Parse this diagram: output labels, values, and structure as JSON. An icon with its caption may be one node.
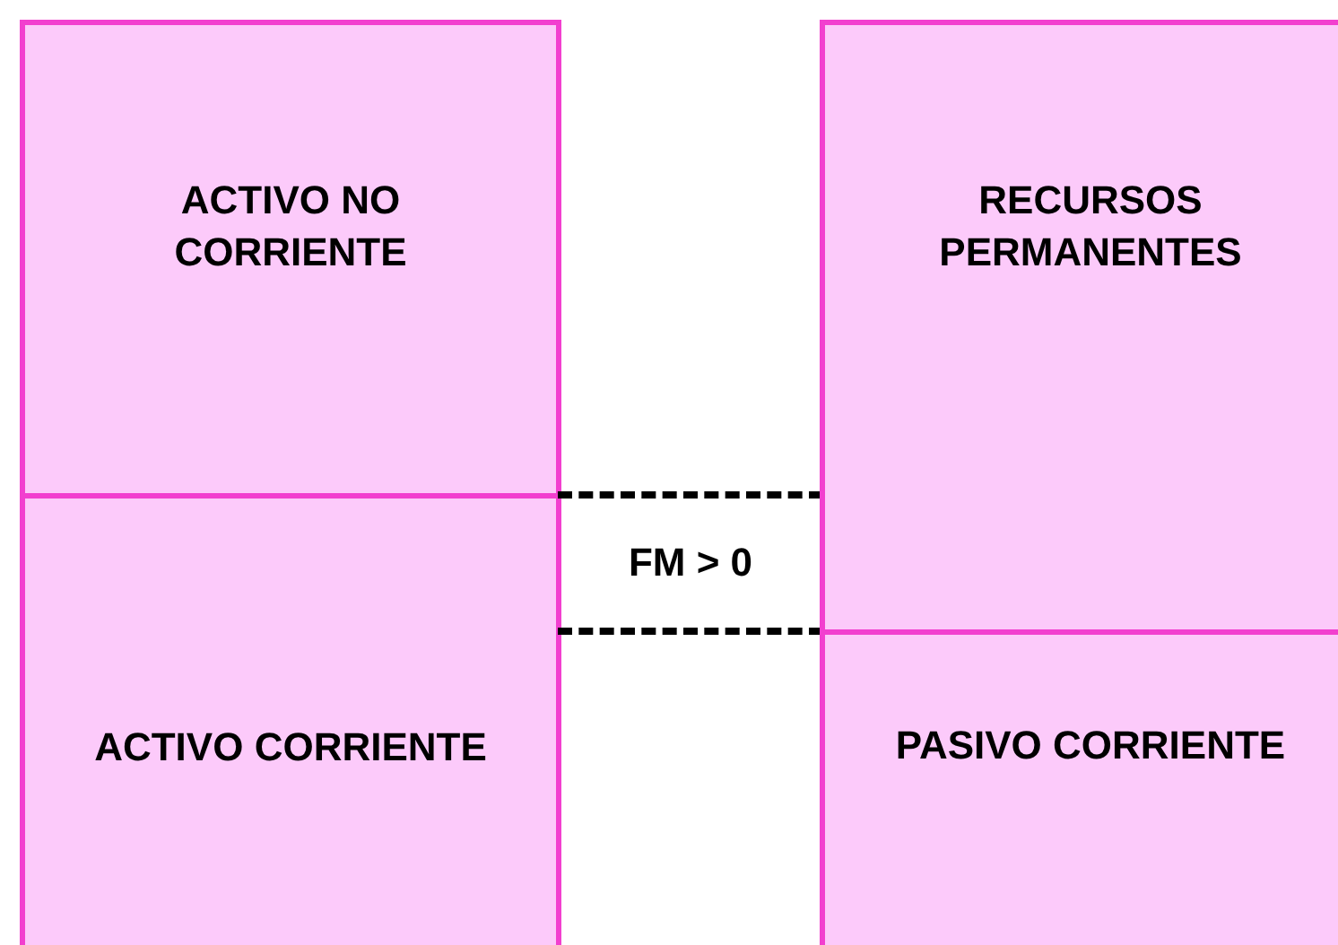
{
  "diagram": {
    "nodes": [
      {
        "text": [
          "ACTIVO NO CORRIENTE"
        ]
      },
      {
        "text": [
          "ACTIVO CORRIENTE"
        ]
      },
      {
        "text": [
          "FM > 0"
        ]
      },
      {
        "text": [
          "RECURSOS PERMANENTES"
        ]
      },
      {
        "text": [
          "PASIVO CORRIENTE"
        ]
      }
    ]
  }
}
